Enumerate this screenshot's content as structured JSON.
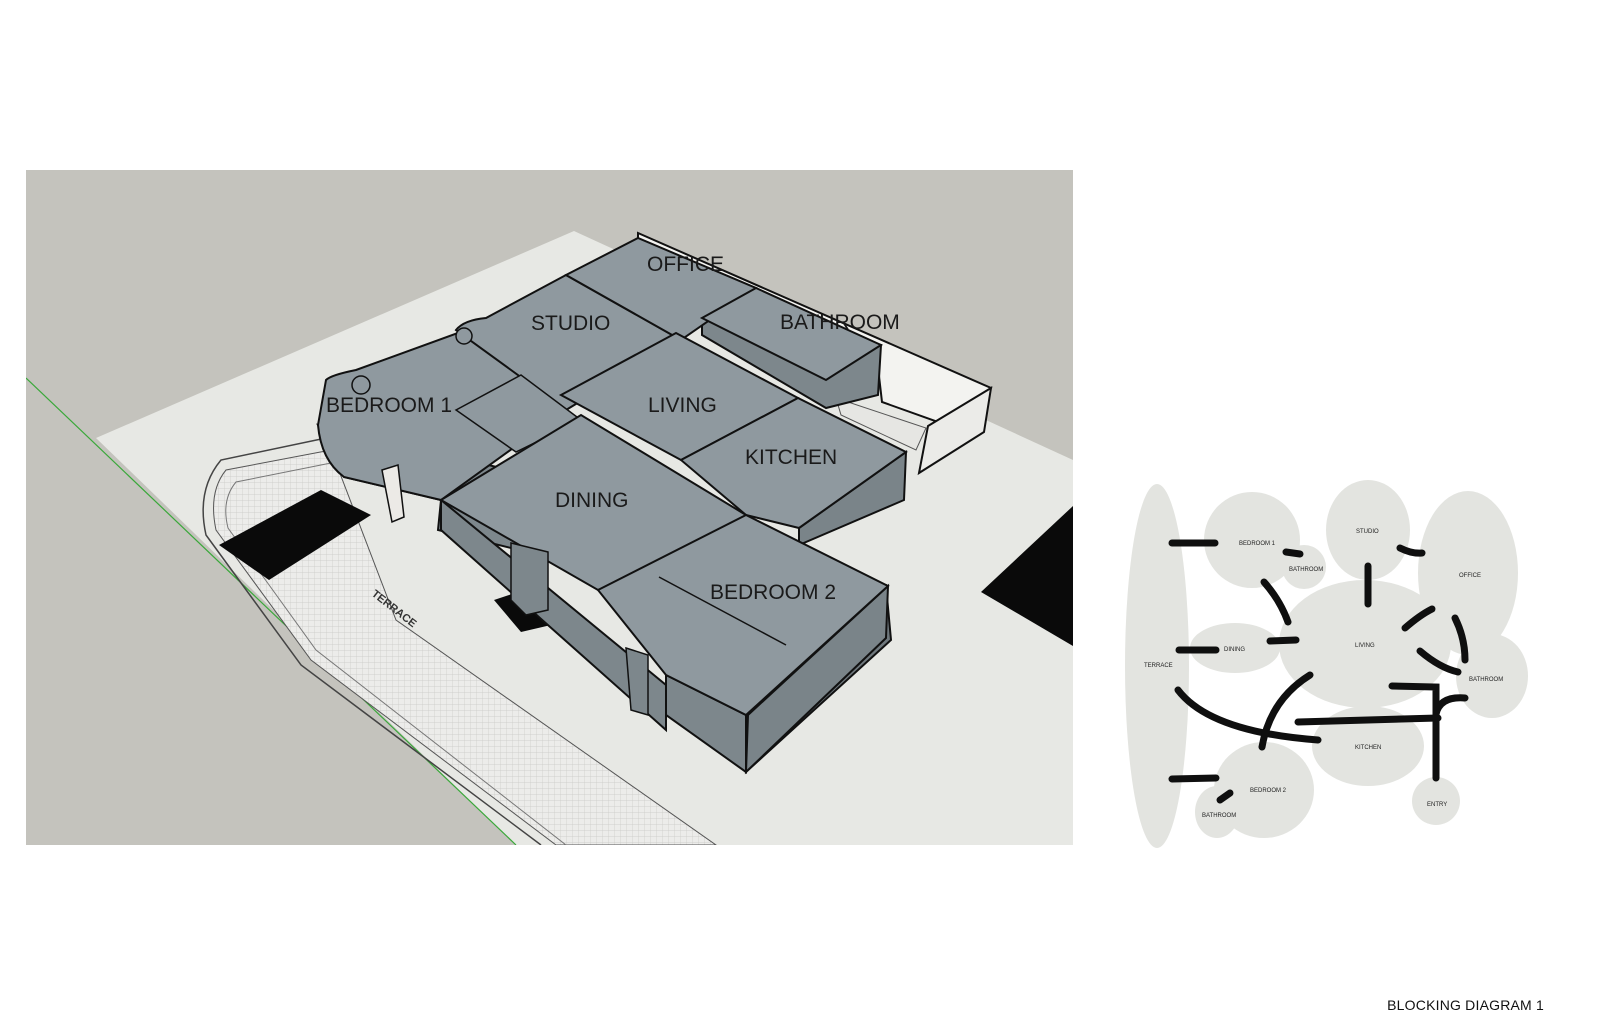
{
  "model": {
    "rooms": {
      "office": "OFFICE",
      "studio": "STUDIO",
      "bathroom": "BATHROOM",
      "bedroom1": "BEDROOM 1",
      "living": "LIVING",
      "kitchen": "KITCHEN",
      "dining": "DINING",
      "bedroom2": "BEDROOM 2"
    },
    "terrace": "TERRACE",
    "colors": {
      "background": "#c4c3bd",
      "ground": "#e7e8e4",
      "roof": "#8f999f",
      "wall": "#7d878c",
      "outline": "#111111",
      "shadow": "#0a0a0a",
      "axis": "#3aa83a"
    }
  },
  "bubbles": {
    "terrace": "TERRACE",
    "bedroom1": "BEDROOM 1",
    "bathroom_top": "BATHROOM",
    "studio": "STUDIO",
    "office": "OFFICE",
    "dining": "DINING",
    "living": "LIVING",
    "bathroom_right": "BATHROOM",
    "kitchen": "KITCHEN",
    "bedroom2": "BEDROOM 2",
    "bathroom_bottom": "BATHROOM",
    "entry": "ENTRY",
    "colors": {
      "bubble": "#e3e4e0",
      "connector": "#0f0f0f"
    }
  },
  "sheet_title": "BLOCKING DIAGRAM 1"
}
